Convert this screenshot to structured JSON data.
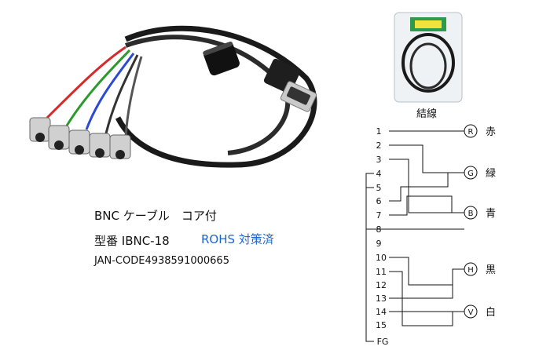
{
  "product": {
    "title": "BNC ケーブル　コア付",
    "model": "型番 IBNC-18",
    "rohs": "ROHS 対策済",
    "jan": "JAN-CODE4938591000665"
  },
  "wiring": {
    "heading": "結線",
    "pins": [
      "1",
      "2",
      "3",
      "4",
      "5",
      "6",
      "7",
      "8",
      "9",
      "10",
      "11",
      "12",
      "13",
      "14",
      "15",
      "FG"
    ],
    "channels": [
      {
        "letter": "R",
        "name": "赤"
      },
      {
        "letter": "G",
        "name": "緑"
      },
      {
        "letter": "B",
        "name": "青"
      },
      {
        "letter": "H",
        "name": "黒"
      },
      {
        "letter": "V",
        "name": "白"
      }
    ]
  },
  "colors": {
    "rohs_text": "#1e63d6",
    "cable": "#1a1a1a",
    "wire_red": "#d62a2a",
    "wire_green": "#2a9a2a",
    "wire_blue": "#2a4ad6"
  }
}
